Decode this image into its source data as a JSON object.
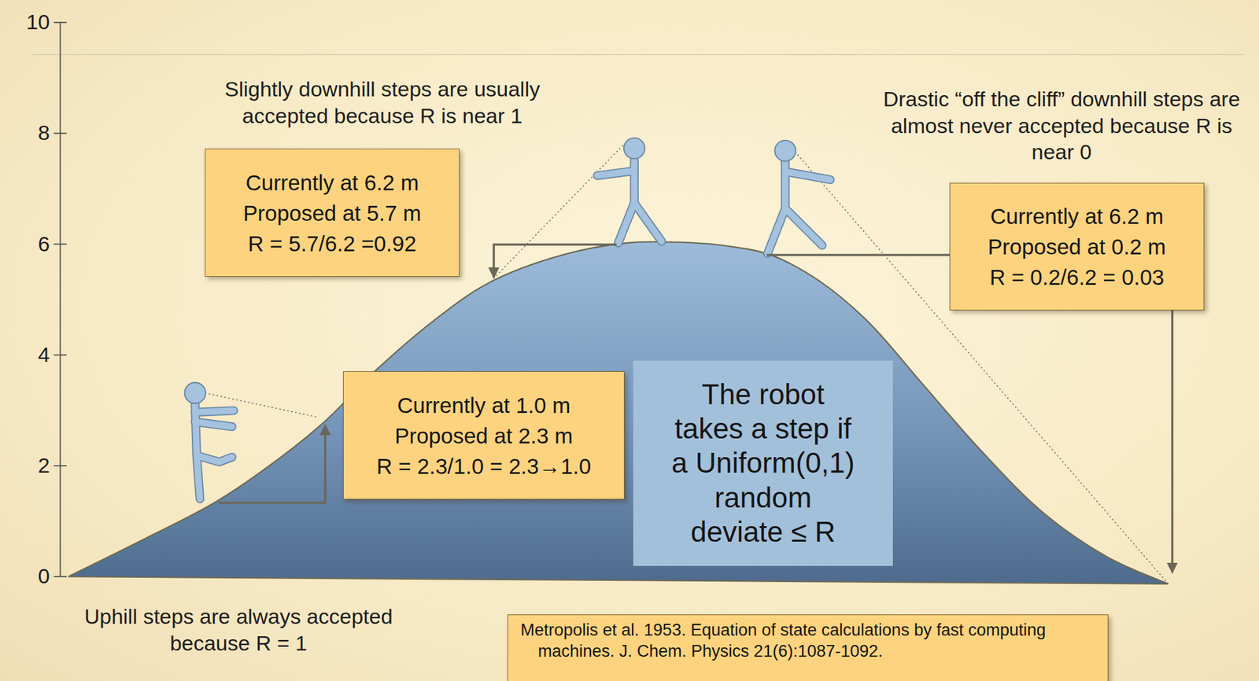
{
  "diagram": {
    "nodes": [
      {
        "text": [
          "Currently at 6.2 m",
          "Proposed at 5.7 m",
          "R = 5.7/6.2 =0.92"
        ]
      },
      {
        "text": [
          "Currently at 6.2 m",
          "Proposed at 0.2 m",
          "R = 0.2/6.2 = 0.03"
        ]
      },
      {
        "text": [
          "Currently at 1.0 m",
          "Proposed at 2.3 m",
          "R = 2.3/1.0 = 2.3→1.0"
        ]
      },
      {
        "text": [
          "The robot takes a step if a Uniform(0,1) random deviate ≤ R"
        ]
      },
      {
        "text": [
          "Metropolis et al. 1953. Equation of state calculations by fast computing machines. J. Chem. Physics 21(6):1087-1092."
        ]
      }
    ],
    "labels": [
      "10",
      "8",
      "6",
      "4",
      "2",
      "0",
      "Slightly downhill steps are usually accepted because R is near 1",
      "Drastic “off the cliff” downhill steps are almost never accepted because R is near 0",
      "Uphill steps are always accepted because R = 1"
    ]
  }
}
